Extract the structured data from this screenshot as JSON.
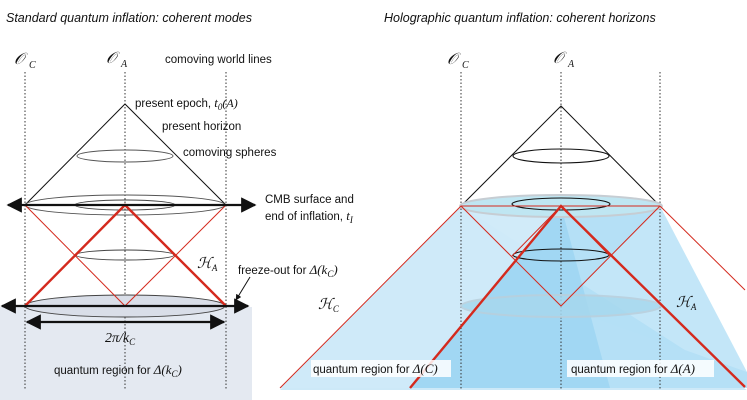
{
  "left_panel": {
    "title": "Standard quantum inflation: coherent modes",
    "observer_c": "𝒪",
    "observer_c_sub": "C",
    "observer_a": "𝒪",
    "observer_a_sub": "A",
    "worldlines_label": "comoving world lines",
    "present_epoch_label": "present epoch,  ",
    "present_epoch_math": "t",
    "present_epoch_sub": "0",
    "present_epoch_arg": "(A)",
    "present_horizon_label": "present horizon",
    "comoving_spheres_label": "comoving spheres",
    "cmb_line1": "CMB surface and",
    "cmb_line2": "end of inflation, ",
    "cmb_math": "t",
    "cmb_sub": "I",
    "horizon_a_label": "ℋ",
    "horizon_a_sub": "A",
    "freezeout_label": "freeze-out  for ",
    "freezeout_math": "Δ(k",
    "freezeout_sub": "C",
    "freezeout_close": ")",
    "wavelength_label": "2π/k",
    "wavelength_sub": "C",
    "quantum_region_label": "quantum region for ",
    "quantum_region_math": "Δ(k",
    "quantum_region_sub": "C",
    "quantum_region_close": ")"
  },
  "right_panel": {
    "title": "Holographic quantum inflation: coherent horizons",
    "observer_c": "𝒪",
    "observer_c_sub": "C",
    "observer_a": "𝒪",
    "observer_a_sub": "A",
    "horizon_c_label": "ℋ",
    "horizon_c_sub": "C",
    "horizon_a_label": "ℋ",
    "horizon_a_sub": "A",
    "quantum_region_c_label": "quantum region for ",
    "quantum_region_c_math": "Δ(C)",
    "quantum_region_a_label": "quantum  region for ",
    "quantum_region_a_math": "Δ(A)"
  },
  "colors": {
    "horizon_red": "#d42a1e",
    "region_blue": "#9fd8f4",
    "region_blue_dark": "#6fc3ee",
    "shaded_gray": "#e4e9f1",
    "ink": "#111111"
  }
}
